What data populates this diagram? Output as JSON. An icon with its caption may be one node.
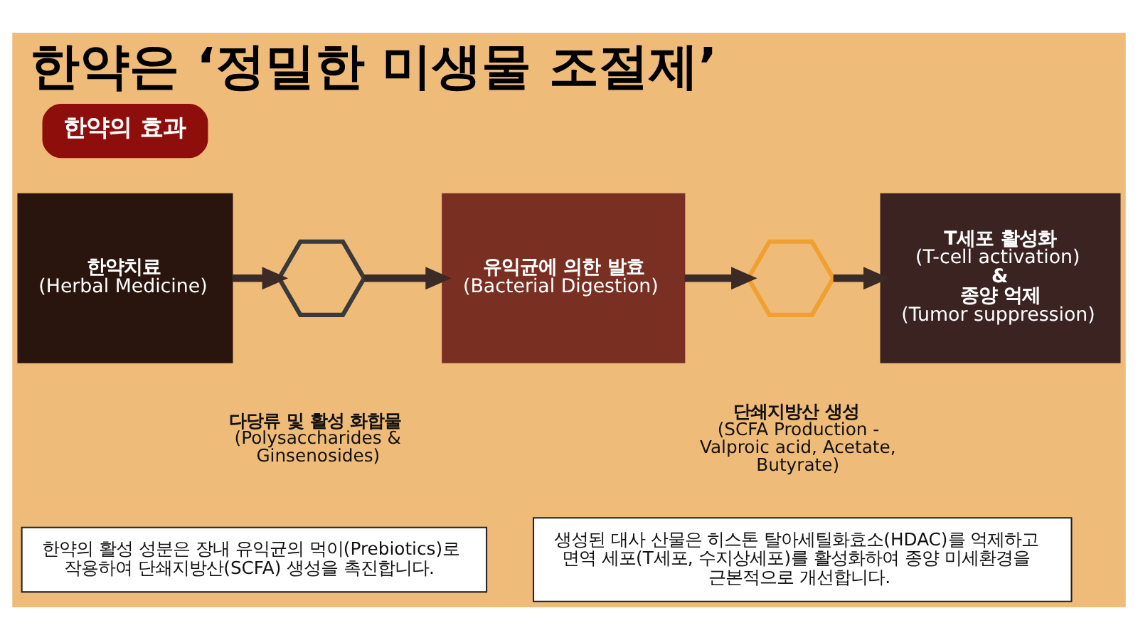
{
  "diagram": {
    "title": "한약은 ‘정밀한 미생물 조절제’",
    "nodes": [
      {
        "text": [
          "한약의 효과"
        ]
      },
      {
        "text": [
          "한약치료",
          "(Herbal Medicine)"
        ]
      },
      {
        "text": [],
        "shape": "picture",
        "beside": [
          "다당류 및 활성 화합물",
          "(Polysaccharides & Ginsenosides)"
        ]
      },
      {
        "text": [
          "유익균에 의한 발효",
          "(Bacterial Digestion)"
        ]
      },
      {
        "text": [],
        "shape": "picture",
        "beside": [
          "단쇄지방산 생성",
          "(SCFA Production - Valproic acid, Acetate, Butyrate)"
        ]
      },
      {
        "text": [
          "T세포 활성화",
          "(T-cell activation)",
          "&",
          "종양 억제",
          "(Tumor suppression)"
        ]
      },
      {
        "text": [
          "한약의 활성 성분은 장내 유익균의 먹이(Prebiotics)로 작용하여 단쇄지방산(SCFA) 생성을 촉진합니다."
        ]
      },
      {
        "text": [
          "생성된 대사 산물은 히스톤 탈아세틸화효소(HDAC)를 억제하고 면역 세포(T세포, 수지상세포)를 활성화하여 종양 미세환경을 근본적으로 개선합니다."
        ]
      }
    ],
    "edges": [
      {
        "from": 1,
        "to": 2,
        "arrow": "to"
      },
      {
        "from": 2,
        "to": 3,
        "arrow": "to"
      },
      {
        "from": 3,
        "to": 4,
        "arrow": "to"
      },
      {
        "from": 4,
        "to": 5,
        "arrow": "to"
      }
    ]
  }
}
